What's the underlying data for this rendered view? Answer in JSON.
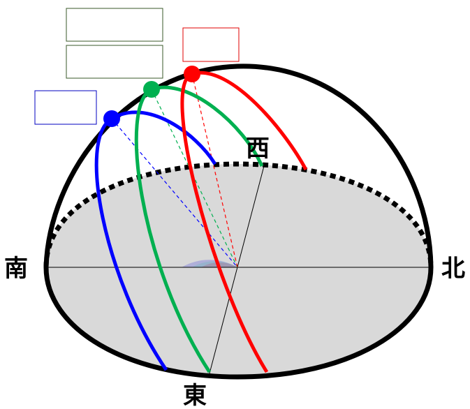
{
  "directions": {
    "south": "南",
    "north": "北",
    "west": "西",
    "east": "東"
  },
  "colors": {
    "dome_outline": "#000000",
    "ground_fill": "#d9d9d9",
    "summer_path": "#ff0000",
    "equinox_path": "#00b050",
    "winter_path": "#0000ff",
    "altitude_arc": "#8080c0",
    "summer_box_border": "#e00000",
    "equinox_box_border": "#3a5a2a",
    "winter_box_border": "#0000c0"
  },
  "sun_paths": [
    {
      "id": "summer",
      "color_key": "summer_path"
    },
    {
      "id": "equinox",
      "color_key": "equinox_path"
    },
    {
      "id": "winter",
      "color_key": "winter_path"
    }
  ],
  "label_boxes": [
    {
      "id": "equinox-box-1",
      "text": ""
    },
    {
      "id": "equinox-box-2",
      "text": ""
    },
    {
      "id": "summer-box",
      "text": ""
    },
    {
      "id": "winter-box",
      "text": ""
    }
  ]
}
